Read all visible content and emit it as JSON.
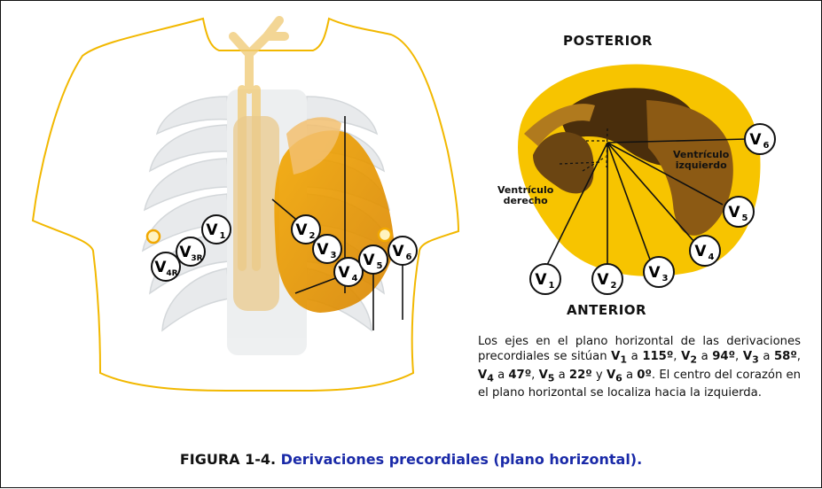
{
  "headings": {
    "posterior": "POSTERIOR",
    "anterior": "ANTERIOR"
  },
  "chest_leads": [
    {
      "id": "v1",
      "main": "V",
      "sub": "1"
    },
    {
      "id": "v3r",
      "main": "V",
      "sub": "3R"
    },
    {
      "id": "v4r",
      "main": "V",
      "sub": "4R"
    },
    {
      "id": "v2",
      "main": "V",
      "sub": "2"
    },
    {
      "id": "v3",
      "main": "V",
      "sub": "3"
    },
    {
      "id": "v4",
      "main": "V",
      "sub": "4"
    },
    {
      "id": "v5",
      "main": "V",
      "sub": "5"
    },
    {
      "id": "v6",
      "main": "V",
      "sub": "6"
    }
  ],
  "heart_leads": [
    {
      "id": "v1",
      "main": "V",
      "sub": "1"
    },
    {
      "id": "v2",
      "main": "V",
      "sub": "2"
    },
    {
      "id": "v3",
      "main": "V",
      "sub": "3"
    },
    {
      "id": "v4",
      "main": "V",
      "sub": "4"
    },
    {
      "id": "v5",
      "main": "V",
      "sub": "5"
    },
    {
      "id": "v6",
      "main": "V",
      "sub": "6"
    }
  ],
  "heart_labels": {
    "left_ventricle_1": "Ventrículo",
    "left_ventricle_2": "izquierdo",
    "right_ventricle_1": "Ventrículo",
    "right_ventricle_2": "derecho"
  },
  "description": {
    "t1": "Los ejes en el plano horizontal de las derivaciones precordiales se sitúan ",
    "v1": "V",
    "v1s": "1",
    "t2": " a ",
    "a1": "115º",
    "t3": ", ",
    "v2": "V",
    "v2s": "2",
    "t4": " a ",
    "a2": "94º",
    "t5": ", ",
    "v3": "V",
    "v3s": "3",
    "t6": " a ",
    "a3": "58º",
    "t7": ", ",
    "v4": "V",
    "v4s": "4",
    "t8": " a ",
    "a4": "47º",
    "t9": ", ",
    "v5": "V",
    "v5s": "5",
    "t10": " a ",
    "a5": "22º",
    "t11": " y ",
    "v6": "V",
    "v6s": "6",
    "t12": " a ",
    "a6": "0º",
    "t13": ". El centro del corazón en el plano horizontal se localiza hacia la izquierda."
  },
  "caption": {
    "number": "FIGURA 1-4.",
    "title": "Derivaciones precordiales (plano horizontal)."
  },
  "colors": {
    "outline": "#f2b800",
    "heart_gold": "#f7c400",
    "heart_dark": "#4a2e0c",
    "caption_blue": "#1a2aa8"
  }
}
